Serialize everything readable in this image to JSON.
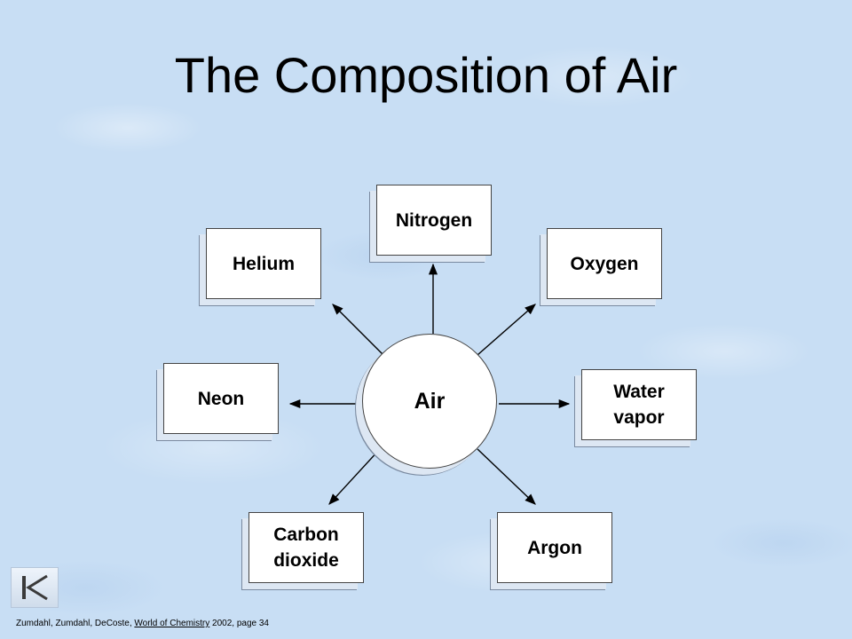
{
  "title": "The Composition of Air",
  "hub": {
    "label": "Air"
  },
  "components": [
    {
      "id": "nitrogen",
      "label": "Nitrogen"
    },
    {
      "id": "oxygen",
      "label": "Oxygen"
    },
    {
      "id": "water-vapor",
      "label": "Water\nvapor"
    },
    {
      "id": "argon",
      "label": "Argon"
    },
    {
      "id": "carbon-dioxide",
      "label": "Carbon\ndioxide"
    },
    {
      "id": "neon",
      "label": "Neon"
    },
    {
      "id": "helium",
      "label": "Helium"
    }
  ],
  "nav": {
    "icon": "first-slide-icon"
  },
  "citation": {
    "prefix": "Zumdahl, Zumdahl, DeCoste, ",
    "book": "World of Chemistry",
    "suffix": " 2002, page 34"
  },
  "colors": {
    "background": "#c8def4",
    "box_fill": "#ffffff",
    "text": "#000000"
  }
}
